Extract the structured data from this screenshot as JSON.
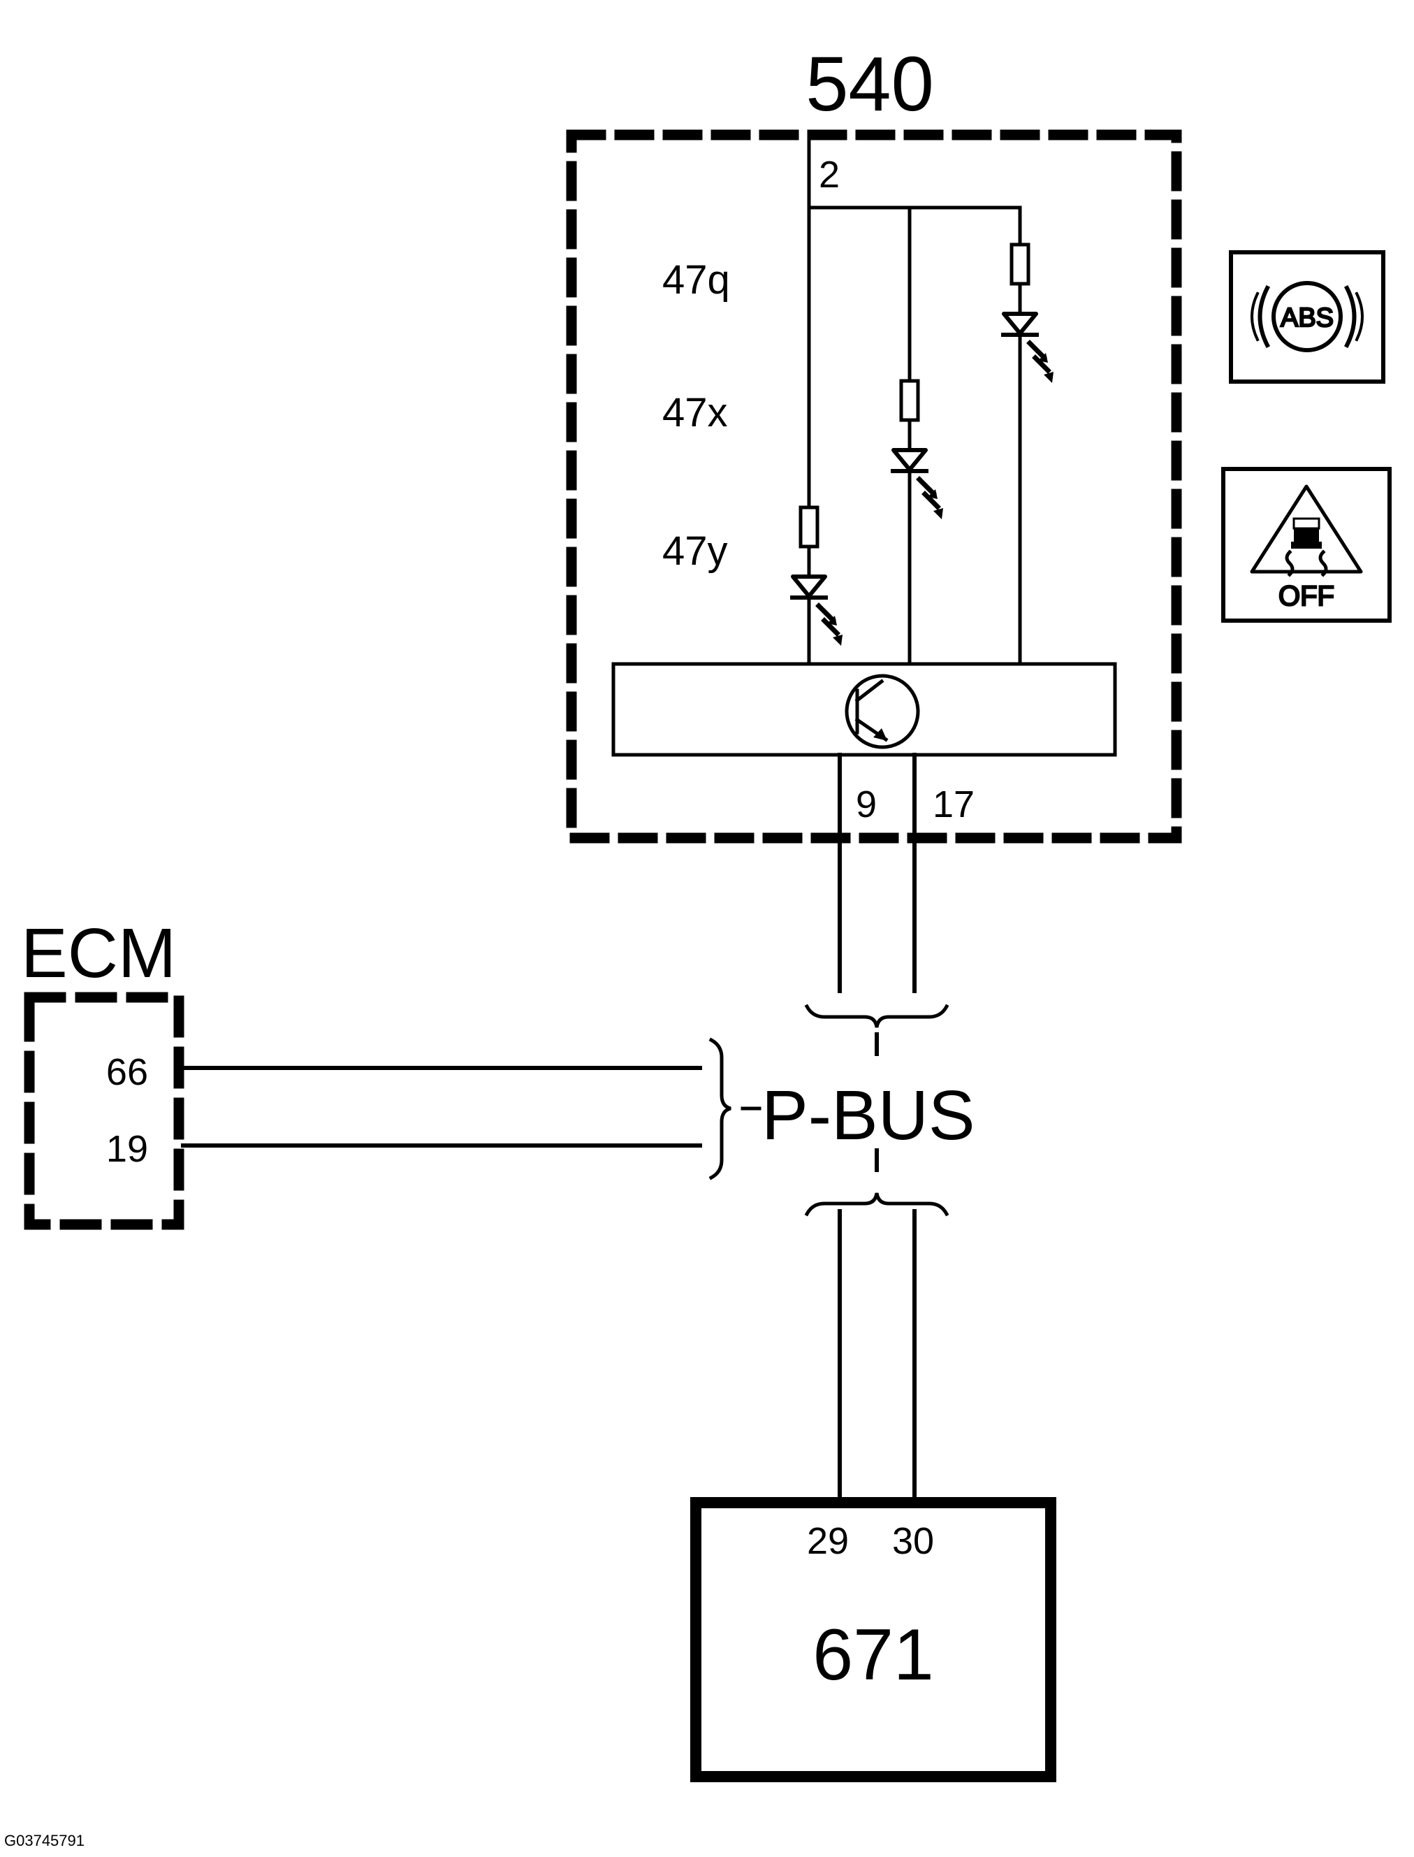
{
  "modules": {
    "instrument_cluster": {
      "label": "540"
    },
    "ecm": {
      "label": "ECM"
    },
    "module_671": {
      "label": "671"
    }
  },
  "pins": {
    "feed": "2",
    "bus_a_540": "9",
    "bus_b_540": "17",
    "ecm_a": "66",
    "ecm_b": "19",
    "bus_a_671": "29",
    "bus_b_671": "30"
  },
  "indicators": {
    "q": "47q",
    "x": "47x",
    "y": "47y"
  },
  "bus_label": "P-BUS",
  "symbols": {
    "abs": {
      "icon": "abs-warning-icon",
      "text": "ABS"
    },
    "traction_off": {
      "icon": "traction-control-off-icon",
      "text": "OFF"
    }
  },
  "figure_id": "G03745791"
}
